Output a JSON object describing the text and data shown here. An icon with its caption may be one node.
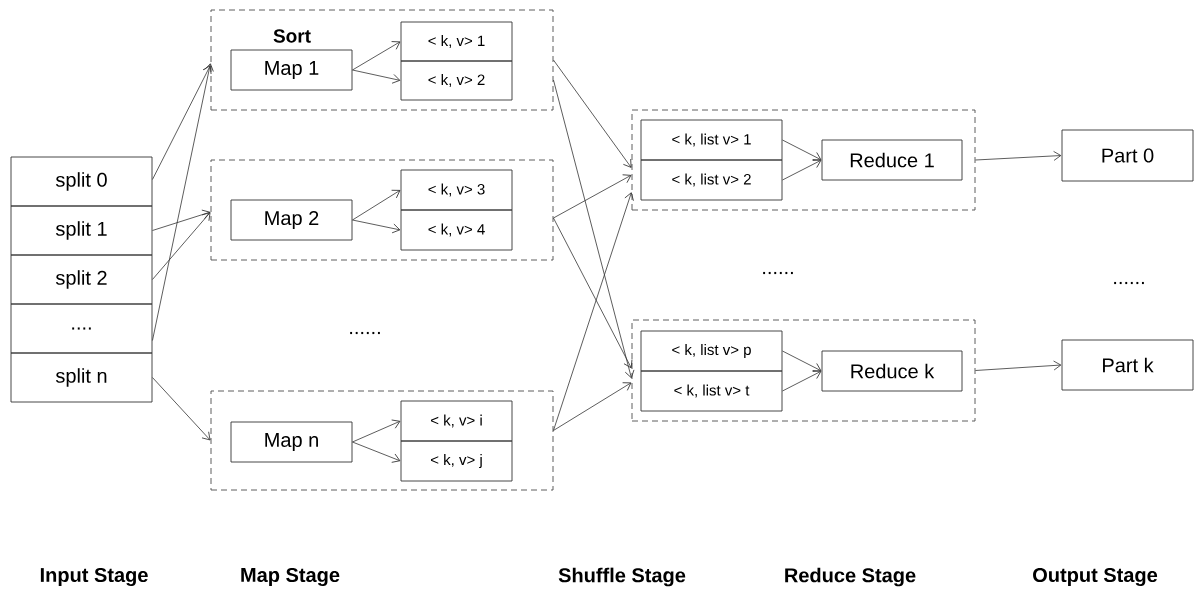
{
  "diagram": {
    "nodes": [
      {
        "text": [
          "split 0"
        ]
      },
      {
        "text": [
          "split 1"
        ]
      },
      {
        "text": [
          "split 2"
        ]
      },
      {
        "text": [
          "...."
        ]
      },
      {
        "text": [
          "split n"
        ]
      },
      {
        "text": [
          "Sort"
        ]
      },
      {
        "text": [
          "Map 1"
        ],
        "in": 5
      },
      {
        "text": [
          "< k, v> 1"
        ],
        "in": 5
      },
      {
        "text": [
          "< k, v> 2"
        ],
        "in": 5
      },
      {
        "text": [],
        "shape": "box"
      },
      {
        "text": [
          "Map 2"
        ],
        "in": 9
      },
      {
        "text": [
          "< k, v> 3"
        ],
        "in": 9
      },
      {
        "text": [
          "< k, v> 4"
        ],
        "in": 9
      },
      {
        "text": [],
        "shape": "box"
      },
      {
        "text": [
          "Map n"
        ],
        "in": 13
      },
      {
        "text": [
          "< k, v> i"
        ],
        "in": 13
      },
      {
        "text": [
          "< k, v> j"
        ],
        "in": 13
      },
      {
        "text": [],
        "shape": "box"
      },
      {
        "text": [
          "< k, list v> 1"
        ],
        "in": 17
      },
      {
        "text": [
          "< k, list v> 2"
        ],
        "in": 17
      },
      {
        "text": [
          "Reduce 1"
        ],
        "in": 17
      },
      {
        "text": [],
        "shape": "box"
      },
      {
        "text": [
          "< k, list v> p"
        ],
        "in": 21
      },
      {
        "text": [
          "< k, list v> t"
        ],
        "in": 21
      },
      {
        "text": [
          "Reduce k"
        ],
        "in": 21
      },
      {
        "text": [
          "Part 0"
        ]
      },
      {
        "text": [
          "Part k"
        ]
      }
    ],
    "edges": [
      {
        "from": 0,
        "to": 5,
        "arrow": "to"
      },
      {
        "from": 1,
        "to": 9,
        "arrow": "to"
      },
      {
        "from": 2,
        "to": 9,
        "arrow": "to"
      },
      {
        "from": 3,
        "to": 5,
        "arrow": "to"
      },
      {
        "from": 4,
        "to": 13,
        "arrow": "to"
      },
      {
        "from": 6,
        "to": 7,
        "arrow": "to"
      },
      {
        "from": 6,
        "to": 8,
        "arrow": "to"
      },
      {
        "from": 10,
        "to": 11,
        "arrow": "to"
      },
      {
        "from": 10,
        "to": 12,
        "arrow": "to"
      },
      {
        "from": 14,
        "to": 15,
        "arrow": "to"
      },
      {
        "from": 14,
        "to": 16,
        "arrow": "to"
      },
      {
        "from": 5,
        "to": 17,
        "arrow": "to"
      },
      {
        "from": 5,
        "to": 21,
        "arrow": "to"
      },
      {
        "from": 9,
        "to": 17,
        "arrow": "to"
      },
      {
        "from": 9,
        "to": 21,
        "arrow": "to"
      },
      {
        "from": 13,
        "to": 17,
        "arrow": "to"
      },
      {
        "from": 13,
        "to": 21,
        "arrow": "to"
      },
      {
        "from": 18,
        "to": 20,
        "arrow": "to"
      },
      {
        "from": 19,
        "to": 20,
        "arrow": "to"
      },
      {
        "from": 22,
        "to": 24,
        "arrow": "to"
      },
      {
        "from": 23,
        "to": 24,
        "arrow": "to"
      },
      {
        "from": 17,
        "to": 25,
        "arrow": "to"
      },
      {
        "from": 21,
        "to": 26,
        "arrow": "to"
      }
    ],
    "labels": [
      "......",
      "......",
      "......",
      "Input Stage",
      "Map Stage",
      "Shuffle Stage",
      "Reduce Stage",
      "Output Stage"
    ]
  }
}
